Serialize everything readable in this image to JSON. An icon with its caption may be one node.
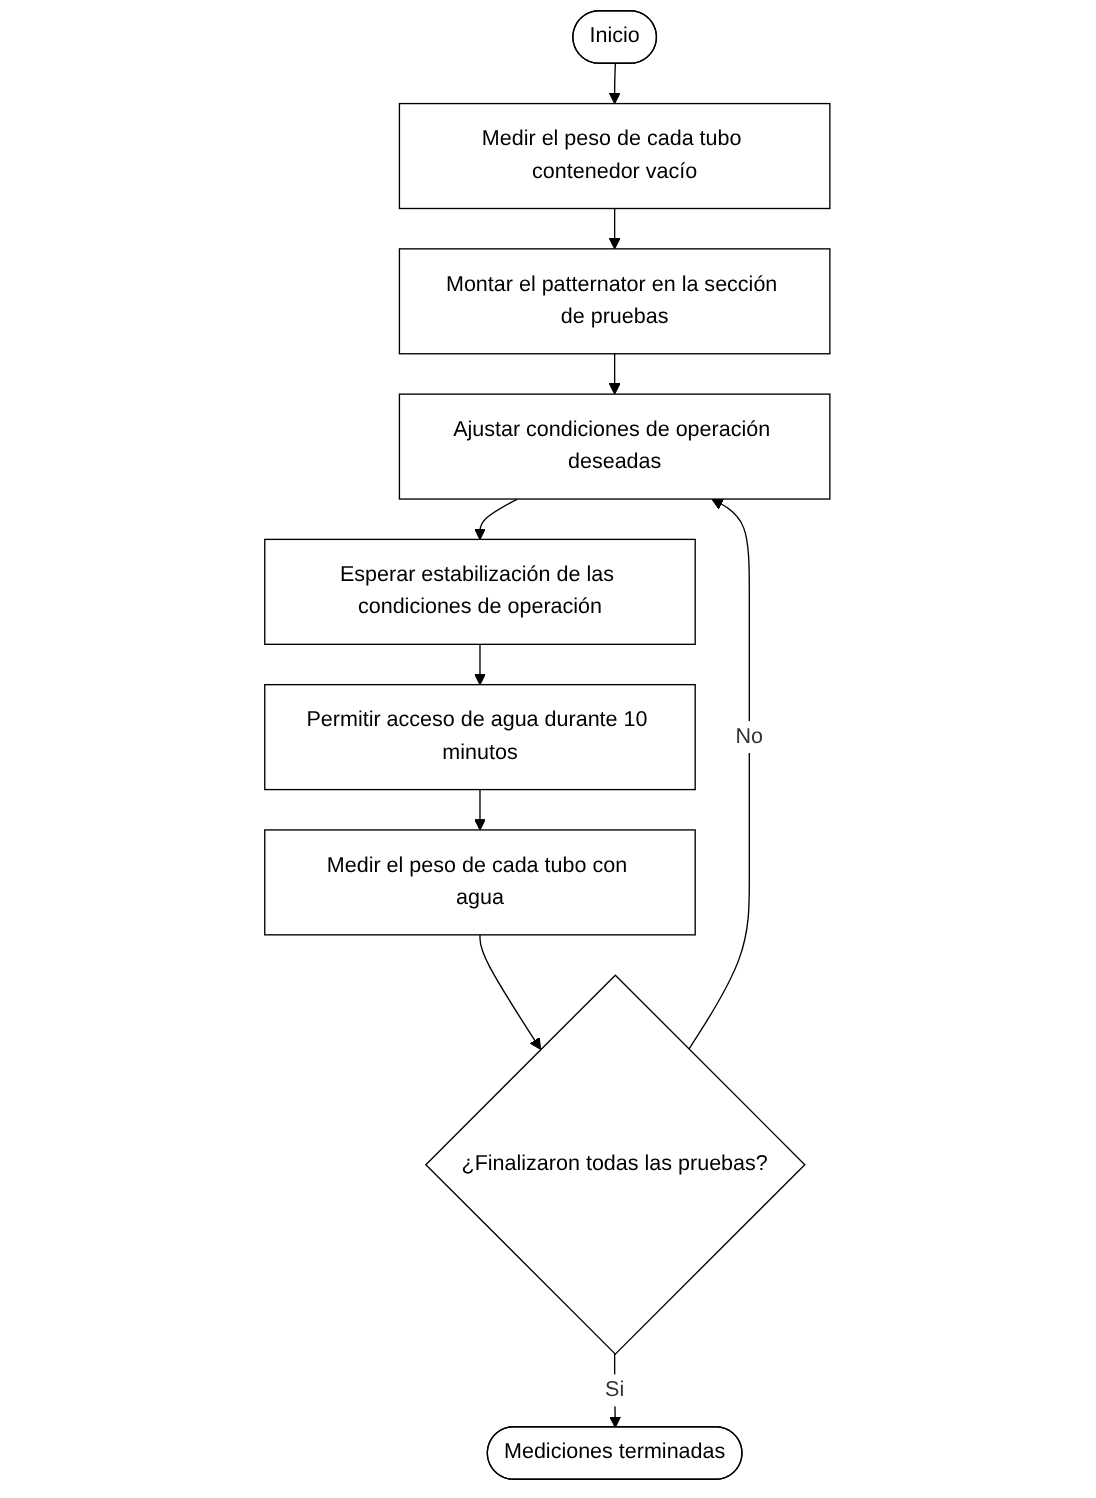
{
  "diagram": {
    "nodes": [
      {
        "text": [
          "Inicio"
        ]
      },
      {
        "text": [
          "Medir el peso de cada tubo contenedor vacío"
        ]
      },
      {
        "text": [
          "Montar el patternator en la sección de pruebas"
        ]
      },
      {
        "text": [
          "Ajustar condiciones de operación deseadas"
        ]
      },
      {
        "text": [
          "Esperar estabilización de las condiciones de operación"
        ]
      },
      {
        "text": [
          "Permitir acceso de agua durante 10 minutos"
        ]
      },
      {
        "text": [
          "Medir el peso de cada tubo con agua"
        ]
      },
      {
        "text": [
          "¿Finalizaron todas las pruebas?"
        ]
      },
      {
        "text": [
          "Mediciones terminadas"
        ]
      }
    ],
    "edges": [
      {
        "from": 0,
        "to": 1,
        "arrow": "to"
      },
      {
        "from": 1,
        "to": 2,
        "arrow": "to"
      },
      {
        "from": 2,
        "to": 3,
        "arrow": "to"
      },
      {
        "from": 3,
        "to": 4,
        "arrow": "to"
      },
      {
        "from": 4,
        "to": 5,
        "arrow": "to"
      },
      {
        "from": 5,
        "to": 6,
        "arrow": "to"
      },
      {
        "from": 6,
        "to": 7,
        "arrow": "to"
      },
      {
        "from": 7,
        "to": 8,
        "label": "Si",
        "arrow": "to"
      },
      {
        "from": 7,
        "to": 3,
        "label": "No",
        "arrow": "to"
      }
    ]
  }
}
